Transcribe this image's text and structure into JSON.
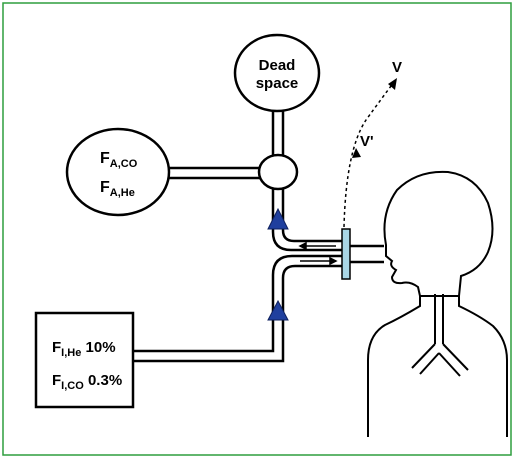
{
  "diagram": {
    "frame_color": "#2e9e3e",
    "valve_color": "#1f3f9e",
    "filter_color": "#a9d6e5",
    "dead_space": {
      "line1": "Dead",
      "line2": "space"
    },
    "alveolar": {
      "co_main": "F",
      "co_sub": "A,CO",
      "he_main": "F",
      "he_sub": "A,He"
    },
    "inspired": {
      "he_main": "F",
      "he_sub": "I,He",
      "he_value": " 10%",
      "co_main": "F",
      "co_sub": "I,CO",
      "co_value": " 0.3%"
    },
    "flow_v_prime": "V'",
    "flow_v": "V"
  }
}
